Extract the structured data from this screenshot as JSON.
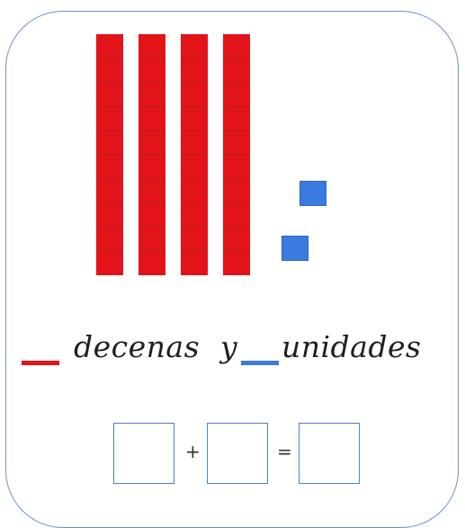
{
  "worksheet": {
    "tens_rods": 4,
    "segments_per_rod": 10,
    "unit_cubes": 2,
    "sentence": {
      "tens_word": "decenas",
      "conjunction": "y",
      "units_word": "unidades"
    },
    "equation": {
      "plus_sign": "+",
      "equals_sign": "="
    },
    "colors": {
      "tens": "#e3131a",
      "units": "#3b7be0",
      "border": "#6f90c4"
    }
  }
}
